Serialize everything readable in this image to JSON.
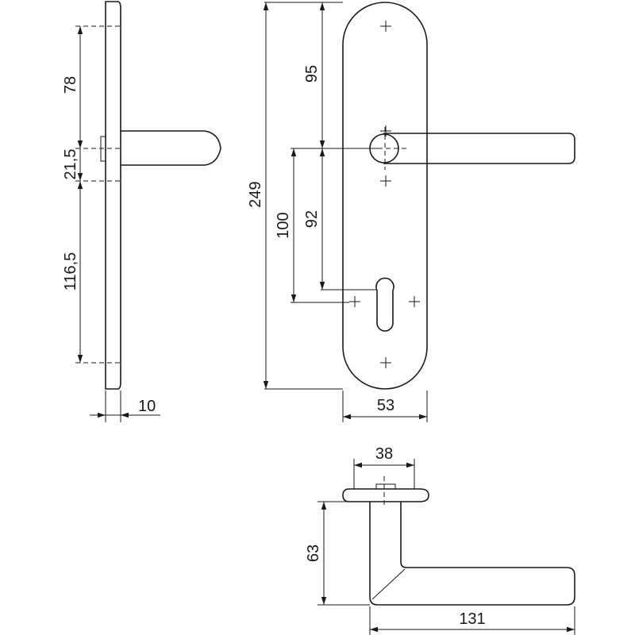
{
  "side_view": {
    "dims": {
      "top": "78",
      "middle": "21,5",
      "bottom": "116,5",
      "thickness": "10"
    }
  },
  "front_view": {
    "dims": {
      "overall": "249",
      "lever_from_top": "95",
      "spindle_to_cylinder_outer": "100",
      "spindle_to_cylinder_inner": "92",
      "width": "53"
    }
  },
  "bottom_view": {
    "dims": {
      "rose": "38",
      "projection": "63",
      "lever_length": "131"
    }
  }
}
